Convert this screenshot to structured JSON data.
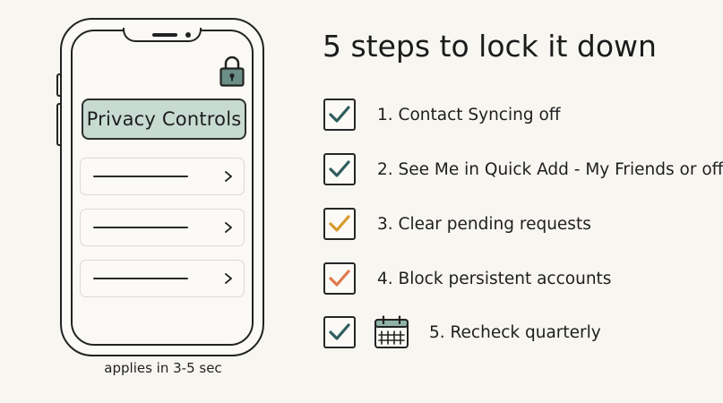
{
  "phone": {
    "header_title": "Privacy Controls",
    "rows": [
      {
        "icon": "chevron-right-icon"
      },
      {
        "icon": "chevron-right-icon"
      },
      {
        "icon": "chevron-right-icon"
      }
    ],
    "caption": "applies in 3-5 sec",
    "lock_icon": "padlock-icon",
    "header_color": "#c7dbd2"
  },
  "steps": {
    "title": "5 steps to lock it down",
    "items": [
      {
        "label": "1. Contact Syncing off",
        "check_color": "#2f5e5e"
      },
      {
        "label": "2. See Me in Quick Add - My Friends or off",
        "check_color": "#2f5e5e"
      },
      {
        "label": "3. Clear pending requests",
        "check_color": "#d89a2b"
      },
      {
        "label": "4. Block persistent accounts",
        "check_color": "#e07a4f"
      },
      {
        "label": "5. Recheck quarterly",
        "check_color": "#2f5e5e",
        "icon": "calendar-icon"
      }
    ]
  }
}
